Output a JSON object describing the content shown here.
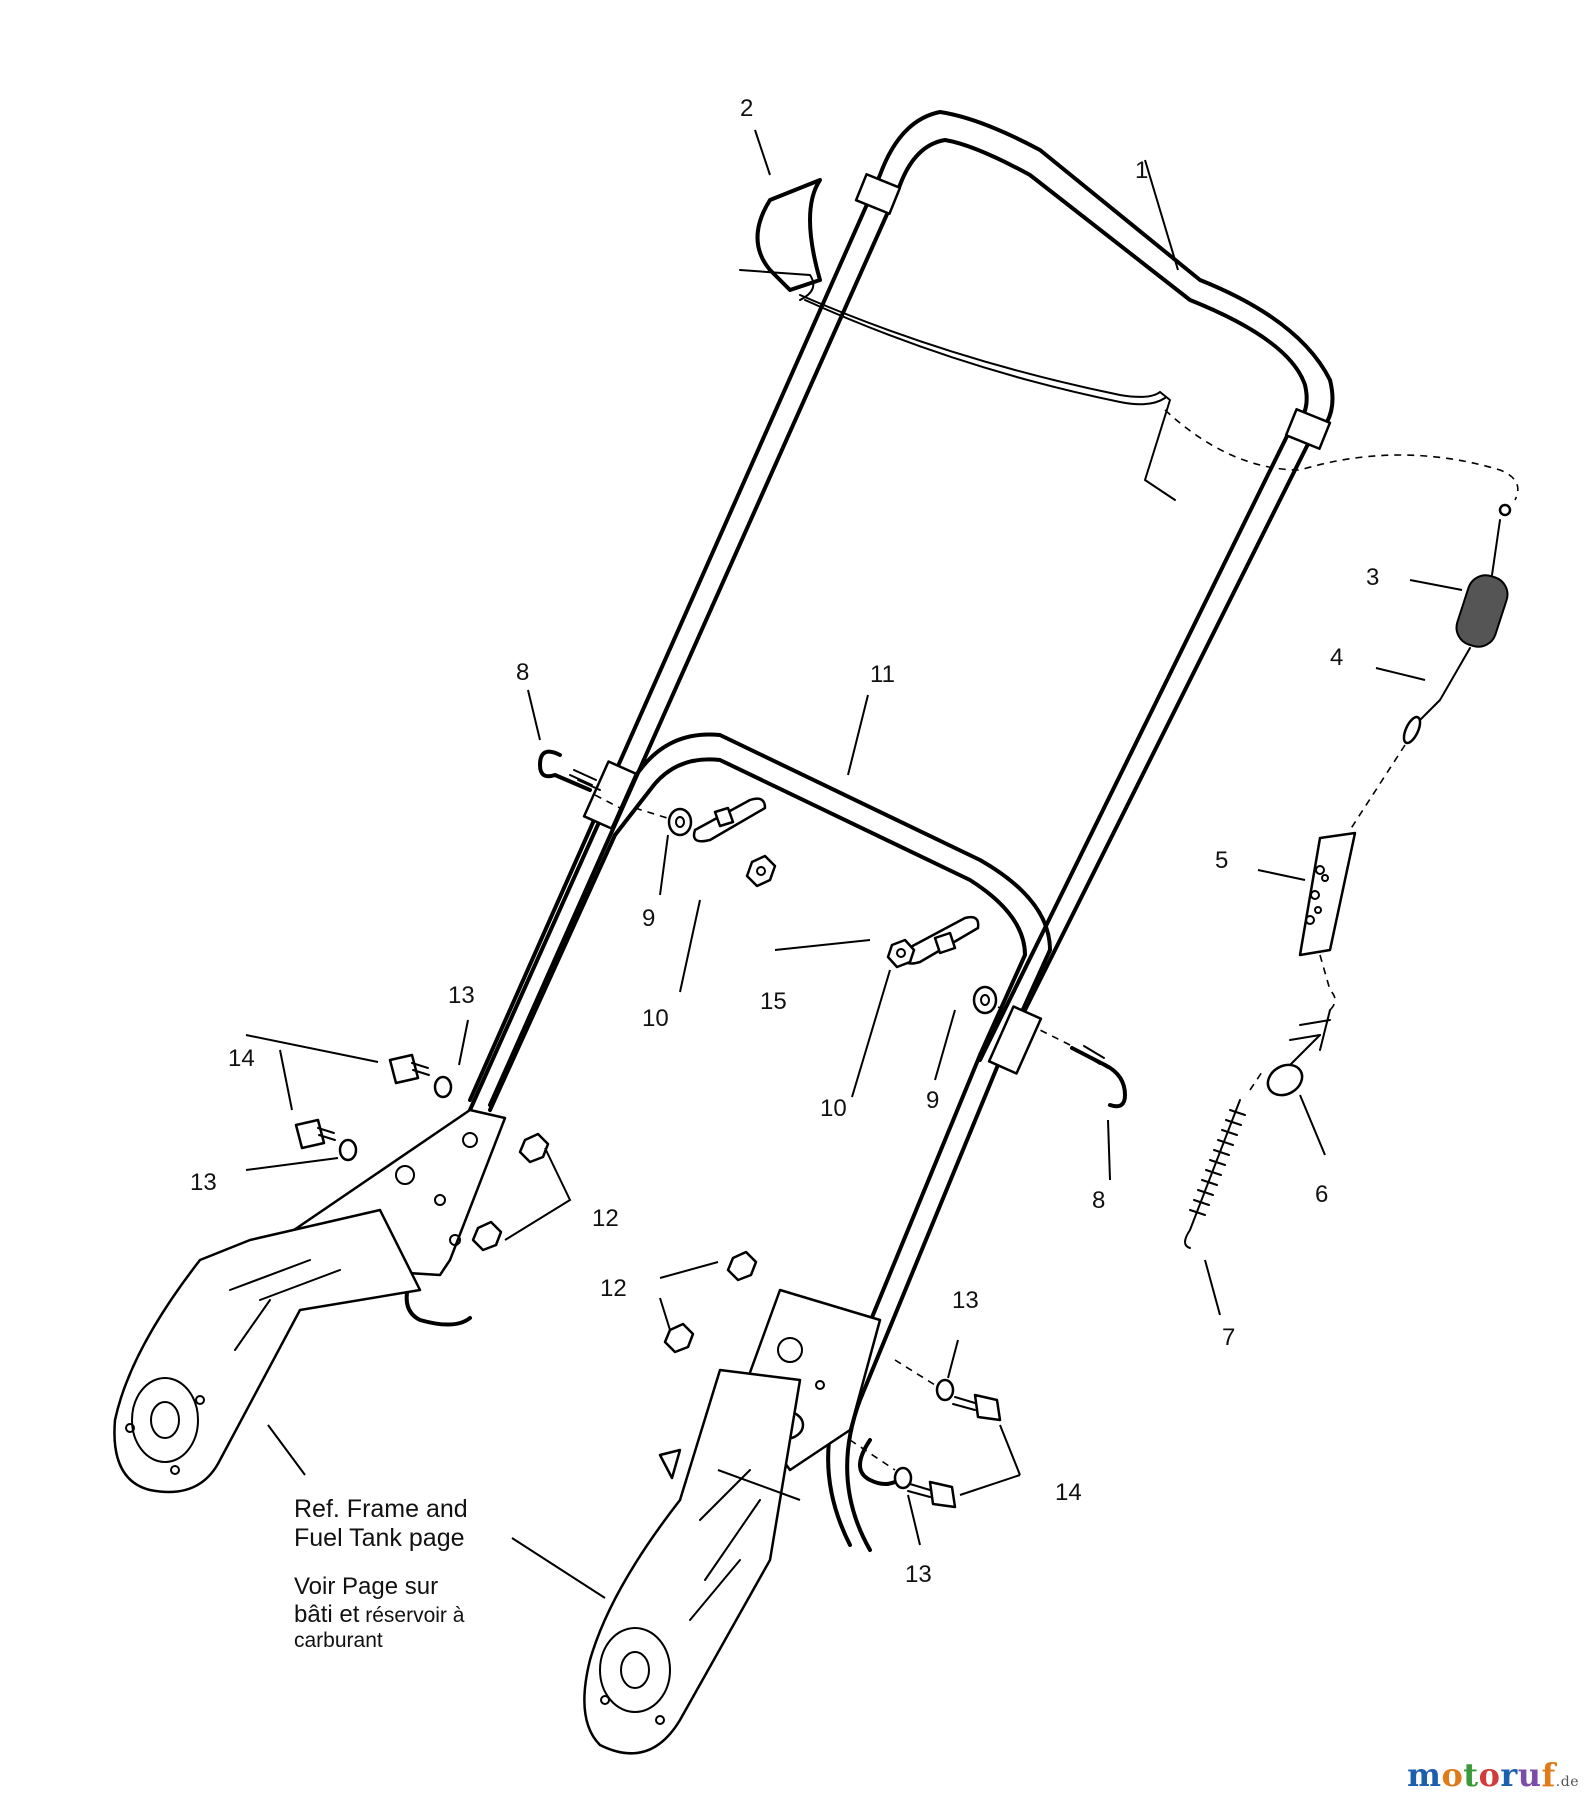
{
  "diagram": {
    "callouts": [
      {
        "id": "label-1",
        "text": "1"
      },
      {
        "id": "label-2",
        "text": "2"
      },
      {
        "id": "label-3",
        "text": "3"
      },
      {
        "id": "label-4",
        "text": "4"
      },
      {
        "id": "label-5",
        "text": "5"
      },
      {
        "id": "label-6",
        "text": "6"
      },
      {
        "id": "label-7",
        "text": "7"
      },
      {
        "id": "label-8a",
        "text": "8"
      },
      {
        "id": "label-8b",
        "text": "8"
      },
      {
        "id": "label-9a",
        "text": "9"
      },
      {
        "id": "label-9b",
        "text": "9"
      },
      {
        "id": "label-10a",
        "text": "10"
      },
      {
        "id": "label-10b",
        "text": "10"
      },
      {
        "id": "label-11",
        "text": "11"
      },
      {
        "id": "label-12a",
        "text": "12"
      },
      {
        "id": "label-12b",
        "text": "12"
      },
      {
        "id": "label-13a",
        "text": "13"
      },
      {
        "id": "label-13b",
        "text": "13"
      },
      {
        "id": "label-13c",
        "text": "13"
      },
      {
        "id": "label-13d",
        "text": "13"
      },
      {
        "id": "label-14a",
        "text": "14"
      },
      {
        "id": "label-14b",
        "text": "14"
      },
      {
        "id": "label-15",
        "text": "15"
      }
    ],
    "reference_note": {
      "english": "Ref. Frame and Fuel Tank page",
      "english_line1": "Ref. Frame and",
      "english_line2": "Fuel Tank page",
      "french_line1": "Voir Page sur",
      "french_line2_a": "bâti et",
      "french_line2_b": " réservoir à",
      "french_line3": "carburant"
    }
  },
  "watermark": {
    "letters": [
      "m",
      "o",
      "t",
      "o",
      "r",
      "u",
      "f"
    ],
    "letter_colors": [
      "#1b5fae",
      "#e07b1a",
      "#3a9a3a",
      "#d23b3b",
      "#1b5fae",
      "#7a4ea8",
      "#e07b1a"
    ],
    "tld": ".de"
  }
}
